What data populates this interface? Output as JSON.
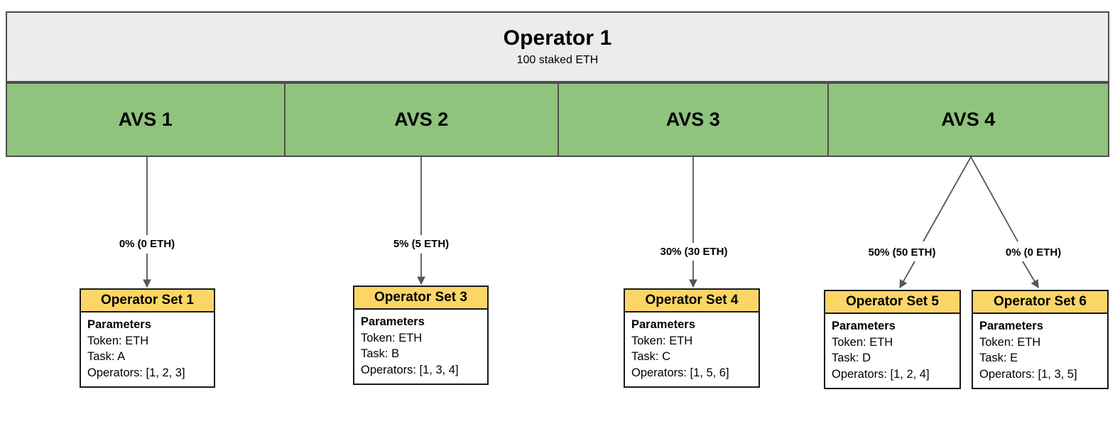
{
  "diagram": {
    "title": "Operator 1 AVS allocation diagram",
    "colors": {
      "operator_fill": "#ececec",
      "avs_fill": "#90c47e",
      "opset_header_fill": "#fbd667",
      "border": "#4d4d4d",
      "connector": "#555555"
    }
  },
  "operator": {
    "name": "Operator 1",
    "stake": "100 staked ETH"
  },
  "avs": [
    {
      "label": "AVS 1"
    },
    {
      "label": "AVS 2"
    },
    {
      "label": "AVS 3"
    },
    {
      "label": "AVS 4"
    }
  ],
  "edges": [
    {
      "label": "0% (0 ETH)",
      "from": "AVS 1",
      "to": "Operator Set 1"
    },
    {
      "label": "5% (5 ETH)",
      "from": "AVS 2",
      "to": "Operator Set 3"
    },
    {
      "label": "30% (30 ETH)",
      "from": "AVS 3",
      "to": "Operator Set 4"
    },
    {
      "label": "50% (50 ETH)",
      "from": "AVS 4",
      "to": "Operator Set 5"
    },
    {
      "label": "0% (0 ETH)",
      "from": "AVS 4",
      "to": "Operator Set 6"
    }
  ],
  "operator_sets": [
    {
      "title": "Operator Set 1",
      "params_heading": "Parameters",
      "token": "Token: ETH",
      "task": "Task: A",
      "operators": "Operators: [1, 2, 3]"
    },
    {
      "title": "Operator Set 3",
      "params_heading": "Parameters",
      "token": "Token: ETH",
      "task": "Task: B",
      "operators": "Operators: [1, 3, 4]"
    },
    {
      "title": "Operator Set 4",
      "params_heading": "Parameters",
      "token": "Token: ETH",
      "task": "Task: C",
      "operators": "Operators: [1, 5, 6]"
    },
    {
      "title": "Operator Set 5",
      "params_heading": "Parameters",
      "token": "Token: ETH",
      "task": "Task: D",
      "operators": "Operators: [1, 2, 4]"
    },
    {
      "title": "Operator Set 6",
      "params_heading": "Parameters",
      "token": "Token: ETH",
      "task": "Task: E",
      "operators": "Operators: [1, 3, 5]"
    }
  ]
}
